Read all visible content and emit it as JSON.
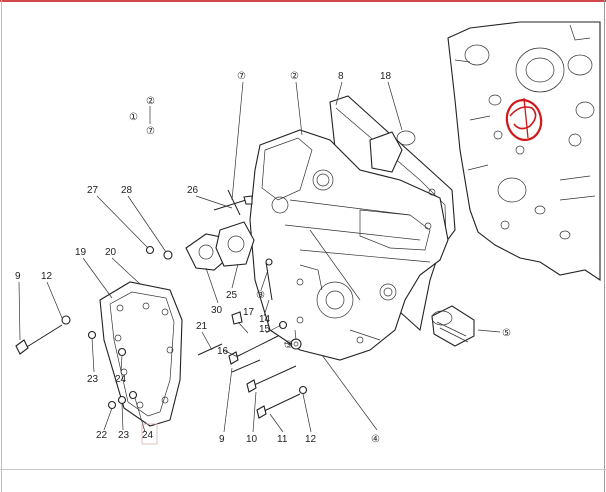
{
  "diagram": {
    "callouts": {
      "c1": "①",
      "c2": "②",
      "c7": "⑦",
      "c2b": "②",
      "c8": "8",
      "c18": "18",
      "c27": "27",
      "c28": "28",
      "c26": "26",
      "c19": "19",
      "c20": "20",
      "c9a": "9",
      "c12a": "12",
      "c30": "30",
      "c25": "25",
      "c3": "③",
      "c17": "17",
      "c14": "14",
      "c15": "15",
      "c21": "21",
      "c16": "16",
      "c23a": "23",
      "c24a": "24",
      "c5": "⑤",
      "c6": "⑥",
      "c22": "22",
      "c23b": "23",
      "c24b": "24",
      "c9b": "9",
      "c10": "10",
      "c11": "11",
      "c12b": "12",
      "c4": "④"
    }
  },
  "colors": {
    "line": "#222222",
    "highlight": "#e8d800",
    "markup": "#d01818"
  }
}
